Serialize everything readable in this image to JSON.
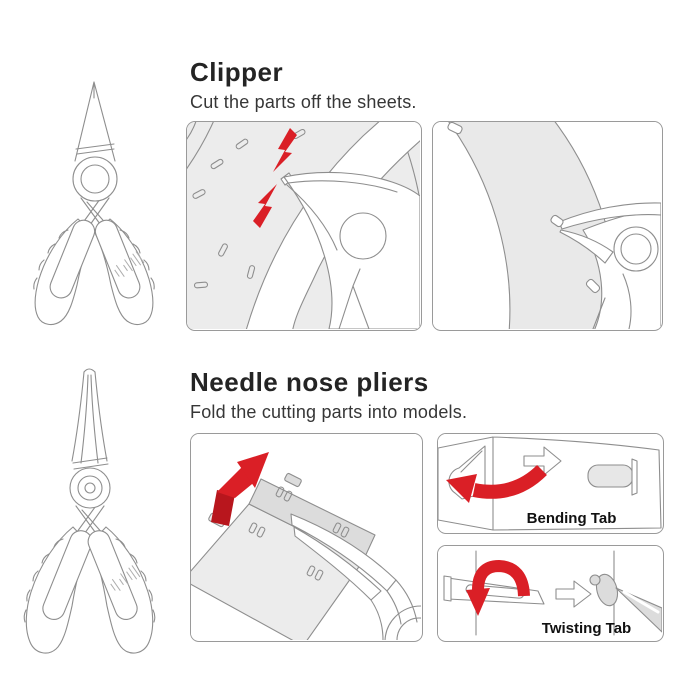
{
  "sections": {
    "clipper": {
      "title": "Clipper",
      "subtitle": "Cut the parts off the sheets.",
      "tool_icon": "side-cutter-clipper-line-drawing",
      "brand_mark_icon": "cjk-brand-characters",
      "panels": {
        "cutting_icon": "clipper-cutting-part-off-sprue-sheet",
        "trimming_icon": "clipper-trimming-part-edge",
        "spark_icon": "red-cut-spark-bolts"
      }
    },
    "pliers": {
      "title": "Needle nose pliers",
      "subtitle": "Fold the cutting parts into models.",
      "tool_icon": "needle-nose-pliers-line-drawing",
      "brand_mark_icon": "cjk-brand-characters",
      "panels": {
        "folding_icon": "pliers-folding-sheet-part",
        "fold_arrow_icon": "red-bent-fold-arrow",
        "bending_label": "Bending Tab",
        "twisting_label": "Twisting Tab",
        "bend_arrow_icon": "red-curved-bend-arrow",
        "twist_arrow_icon": "red-twist-rotation-arrow",
        "direction_arrow_icon": "white-outline-right-arrow"
      }
    }
  },
  "colors": {
    "accent_red": "#da1f26",
    "accent_red_dark": "#b8161d",
    "line_art": "#8e8e8e",
    "panel_border": "#9a9a9a",
    "panel_bg_gray": "#ececec",
    "band_gray": "#e9e9e9",
    "heading_text": "#242424",
    "body_text": "#363636"
  }
}
